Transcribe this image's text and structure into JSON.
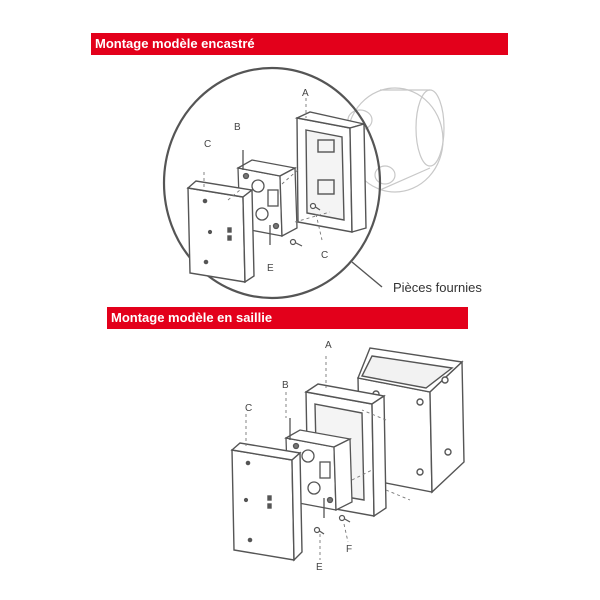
{
  "colors": {
    "banner": "#e3001b",
    "line": "#555555",
    "ghost": "#c8c8c8"
  },
  "sections": {
    "flush": {
      "title": "Montage modèle encastré"
    },
    "surface": {
      "title": "Montage modèle en saillie"
    }
  },
  "callout": {
    "supplied_parts": "Pièces fournies"
  },
  "labels": {
    "flush": {
      "a": "A",
      "b": "B",
      "c1": "C",
      "c2": "C",
      "e": "E"
    },
    "surface": {
      "a": "A",
      "b": "B",
      "c": "C",
      "e": "E",
      "f": "F"
    }
  }
}
